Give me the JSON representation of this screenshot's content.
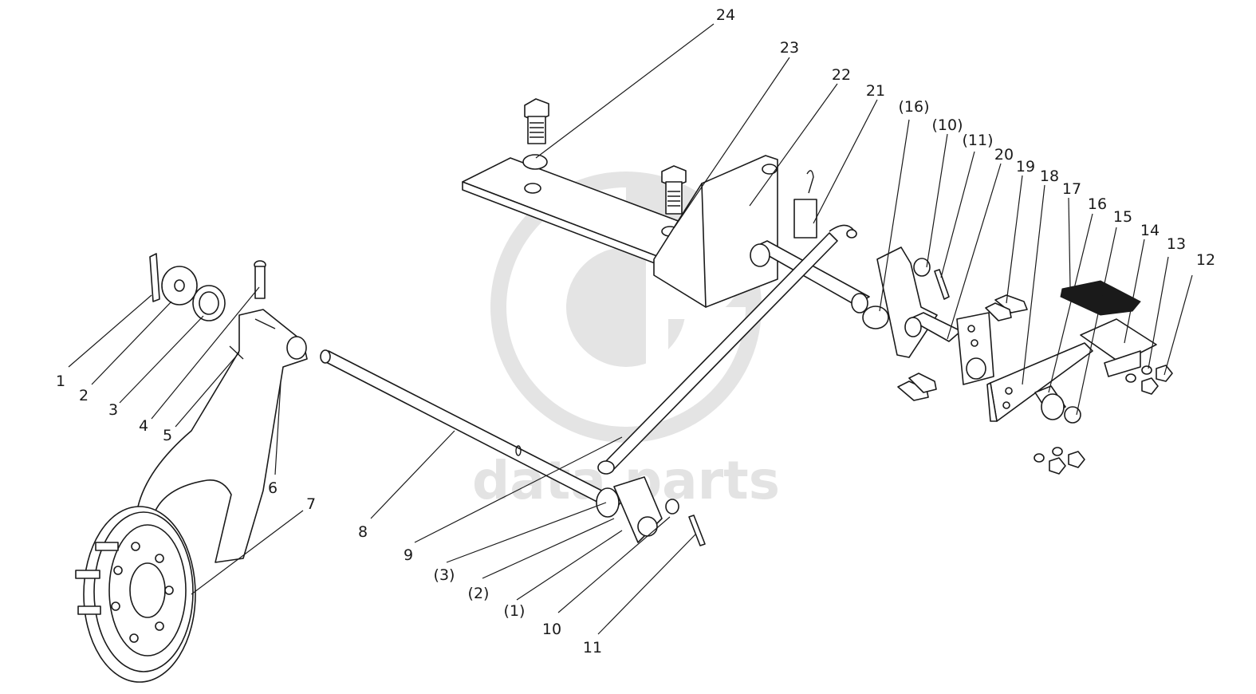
{
  "labels": {
    "l1": "1",
    "l2": "2",
    "l3": "3",
    "l4": "4",
    "l5": "5",
    "l6": "6",
    "l7": "7",
    "l8": "8",
    "l9": "9",
    "l3p": "(3)",
    "l2p": "(2)",
    "l1p": "(1)",
    "l10": "10",
    "l11": "11",
    "l12": "12",
    "l13": "13",
    "l14": "14",
    "l15": "15",
    "l16": "16",
    "l17": "17",
    "l18": "18",
    "l19": "19",
    "l20": "20",
    "l11p": "(11)",
    "l10p": "(10)",
    "l16p": "(16)",
    "l21": "21",
    "l22": "22",
    "l23": "23",
    "l24": "24"
  },
  "watermark": {
    "text": "data parts",
    "color": "#e3e3e3"
  }
}
